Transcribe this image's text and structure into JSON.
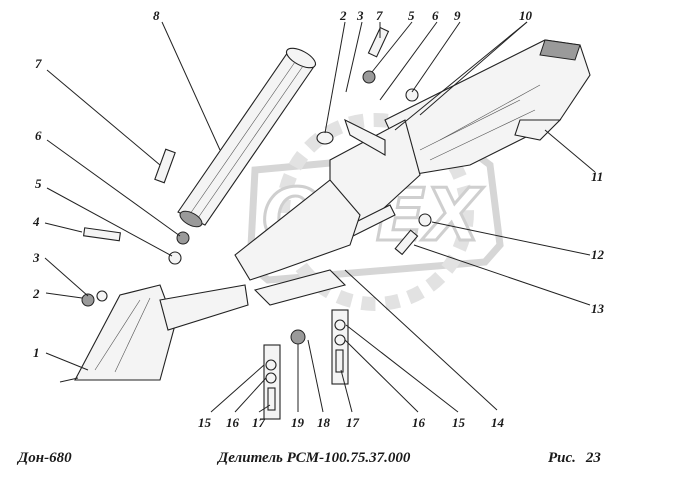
{
  "watermark": "OPEX",
  "callouts": [
    "1",
    "2",
    "3",
    "4",
    "5",
    "6",
    "7",
    "8",
    "2",
    "3",
    "7",
    "5",
    "6",
    "9",
    "10",
    "11",
    "12",
    "13",
    "14",
    "15",
    "16",
    "17",
    "19",
    "18",
    "17",
    "16",
    "15"
  ],
  "footer": {
    "model": "Дон-680",
    "title": "Делитель РСМ-100.75.37.000",
    "figure_label": "Рис.",
    "figure_number": "23"
  }
}
